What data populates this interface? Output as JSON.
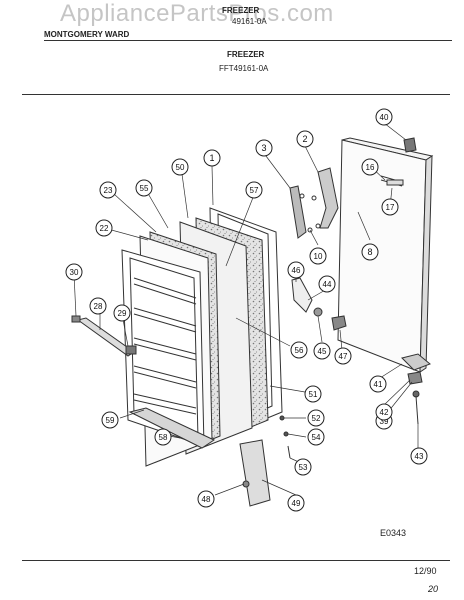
{
  "watermark": "AppliancePartsPros.com",
  "header": {
    "type_top": "FREEZER",
    "model_partial": "49161-0A",
    "brand_partial": "MONTGOMERY WARD",
    "section": "FREEZER",
    "model": "FFT49161-0A"
  },
  "callouts": [
    {
      "label": "1"
    },
    {
      "label": "2"
    },
    {
      "label": "3"
    },
    {
      "label": "8"
    },
    {
      "label": "10"
    },
    {
      "label": "16"
    },
    {
      "label": "17"
    },
    {
      "label": "22"
    },
    {
      "label": "23"
    },
    {
      "label": "28"
    },
    {
      "label": "29"
    },
    {
      "label": "30"
    },
    {
      "label": "39"
    },
    {
      "label": "40"
    },
    {
      "label": "41"
    },
    {
      "label": "42"
    },
    {
      "label": "43"
    },
    {
      "label": "44"
    },
    {
      "label": "45"
    },
    {
      "label": "46"
    },
    {
      "label": "47"
    },
    {
      "label": "48"
    },
    {
      "label": "49"
    },
    {
      "label": "50"
    },
    {
      "label": "51"
    },
    {
      "label": "52"
    },
    {
      "label": "53"
    },
    {
      "label": "54"
    },
    {
      "label": "55"
    },
    {
      "label": "56"
    },
    {
      "label": "57"
    },
    {
      "label": "58"
    },
    {
      "label": "59"
    }
  ],
  "footer": {
    "diagram_code": "E0343",
    "date": "12/90",
    "handwritten": "20"
  }
}
